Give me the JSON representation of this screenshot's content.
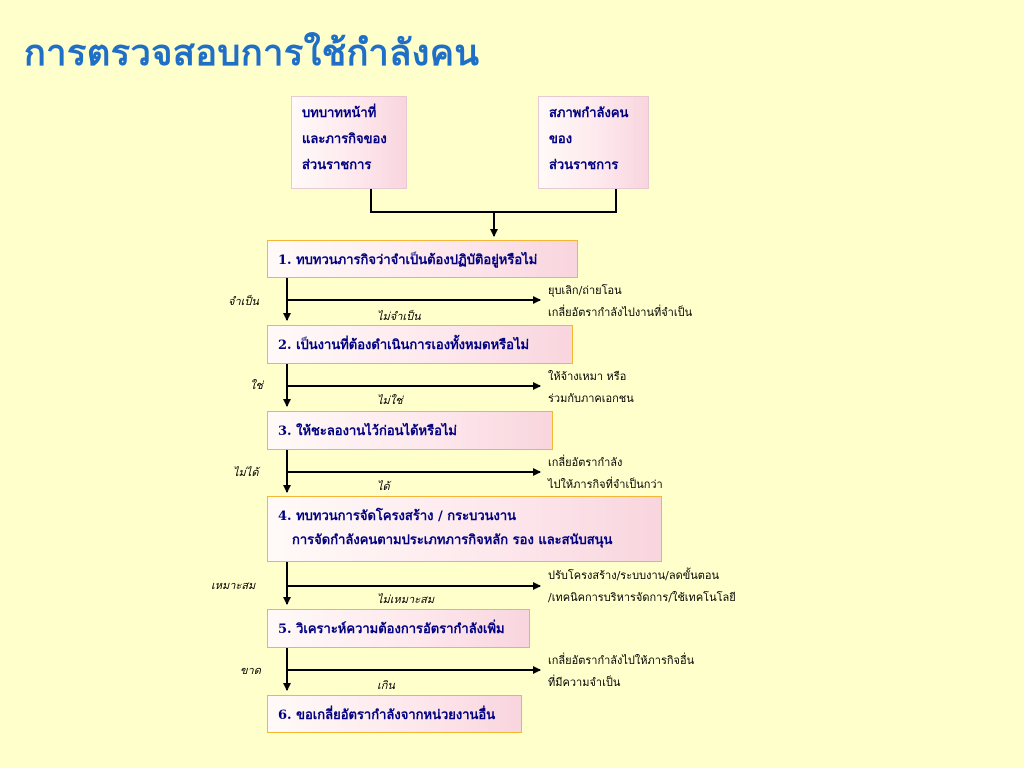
{
  "title": "การตรวจสอบการใช้กำลังคน",
  "top_boxes": {
    "left": [
      "บทบาทหน้าที่",
      "และภารกิจของ",
      "ส่วนราชการ"
    ],
    "right": [
      "สภาพกำลังคน",
      "ของ",
      "ส่วนราชการ"
    ]
  },
  "steps": [
    {
      "text": "1. ทบทวนภารกิจว่าจำเป็นต้องปฏิบัติอยู่หรือไม่",
      "yes": "จำเป็น",
      "no": "ไม่จำเป็น",
      "outcome": [
        "ยุบเลิก/ถ่ายโอน",
        "เกลี่ยอัตรากำลังไปงานที่จำเป็น"
      ]
    },
    {
      "text": "2. เป็นงานที่ต้องดำเนินการเองทั้งหมดหรือไม่",
      "yes": "ใช่",
      "no": "ไม่ใช่",
      "outcome": [
        "ให้จ้างเหมา หรือ",
        "ร่วมกับภาคเอกชน"
      ]
    },
    {
      "text": "3. ให้ชะลองานไว้ก่อนได้หรือไม่",
      "yes": "ไม่ได้",
      "no": "ได้",
      "outcome": [
        "เกลี่ยอัตรากำลัง",
        "ไปให้ภารกิจที่จำเป็นกว่า"
      ]
    },
    {
      "line1": "4. ทบทวนการจัดโครงสร้าง / กระบวนงาน",
      "line2": "การจัดกำลังคนตามประเภทภารกิจหลัก รอง และสนับสนุน",
      "yes": "เหมาะสม",
      "no": "ไม่เหมาะสม",
      "outcome": [
        "ปรับโครงสร้าง/ระบบงาน/ลดขั้นตอน",
        "/เทคนิคการบริหารจัดการ/ใช้เทคโนโลยี"
      ]
    },
    {
      "text": "5. วิเคราะห์ความต้องการอัตรากำลังเพิ่ม",
      "yes": "ขาด",
      "no": "เกิน",
      "outcome": [
        "เกลี่ยอัตรากำลังไปให้ภารกิจอื่น",
        "ที่มีความจำเป็น"
      ]
    },
    {
      "text": "6. ขอเกลี่ยอัตรากำลังจากหน่วยงานอื่น"
    }
  ]
}
